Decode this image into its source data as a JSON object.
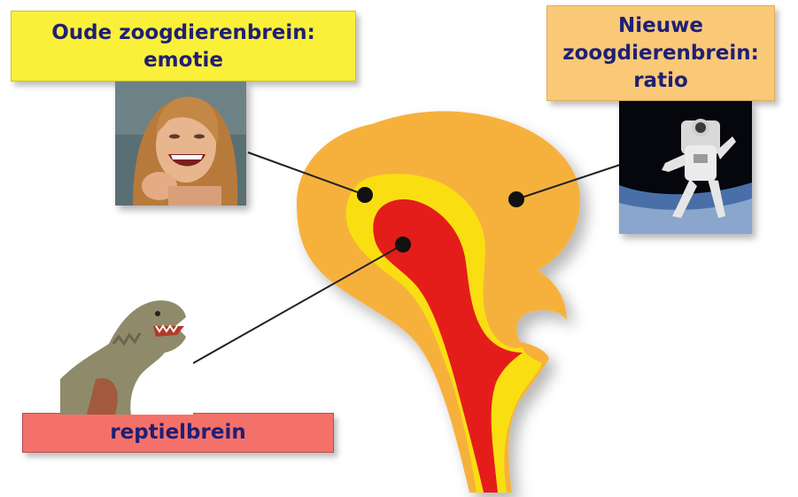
{
  "labels": {
    "old_mammal": {
      "line1": "Oude zoogdierenbrein:",
      "line2": "emotie"
    },
    "new_mammal": {
      "line1": "Nieuwe",
      "line2": "zoogdierenbrein:",
      "line3": "ratio"
    },
    "reptile": {
      "text": "reptielbrein"
    }
  },
  "colors": {
    "neocortex": "#f6b13c",
    "limbic": "#f9de12",
    "reptilian": "#e41d1b",
    "connector": "#222222"
  },
  "images": {
    "old_mammal": "laughing-woman-photo",
    "new_mammal": "astronaut-in-space-photo",
    "reptile": "dinosaur-photo"
  }
}
